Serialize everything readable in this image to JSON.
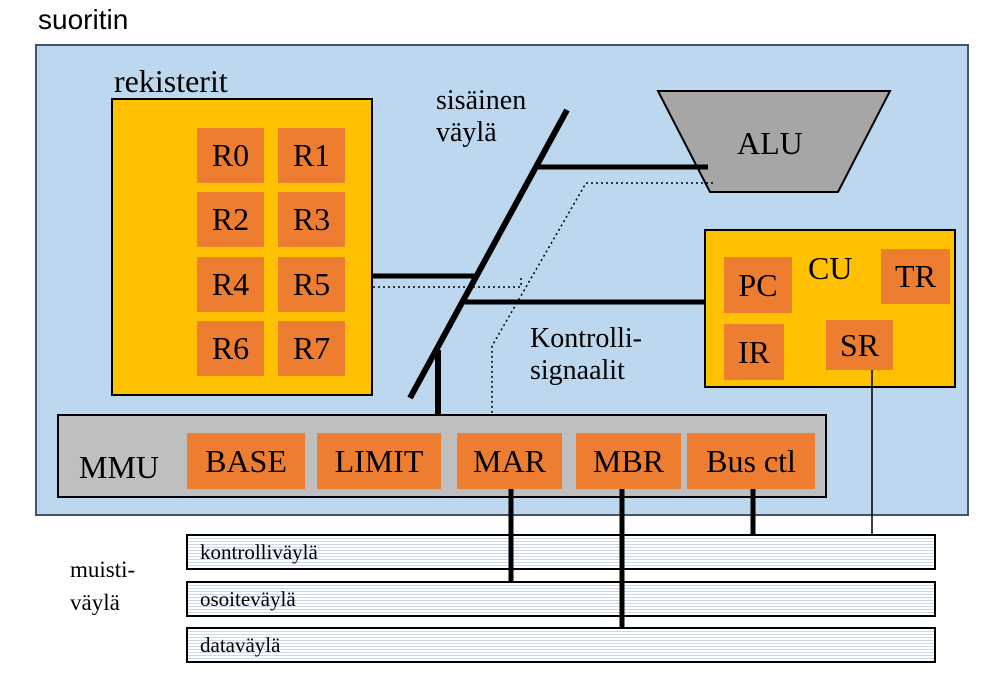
{
  "title": "suoritin",
  "registers": {
    "label": "rekisterit",
    "items": [
      "R0",
      "R1",
      "R2",
      "R3",
      "R4",
      "R5",
      "R6",
      "R7"
    ]
  },
  "internal_bus": {
    "line1": "sisäinen",
    "line2": "väylä"
  },
  "alu": {
    "label": "ALU"
  },
  "cu": {
    "label": "CU",
    "pc": "PC",
    "tr": "TR",
    "ir": "IR",
    "sr": "SR"
  },
  "control_signals": {
    "line1": "Kontrolli-",
    "line2": "signaalit"
  },
  "mmu": {
    "label": "MMU",
    "base": "BASE",
    "limit": "LIMIT",
    "mar": "MAR",
    "mbr": "MBR",
    "bus_ctl": "Bus ctl"
  },
  "memory_bus": {
    "line1": "muisti-",
    "line2": "väylä",
    "control": "kontrolliväylä",
    "address": "osoiteväylä",
    "data": "dataväylä"
  },
  "colors": {
    "cpu_background": "#bdd7ee",
    "register_bank": "#ffc000",
    "register": "#ed7d31",
    "alu": "#a6a6a6",
    "mmu": "#bfbfbf"
  }
}
